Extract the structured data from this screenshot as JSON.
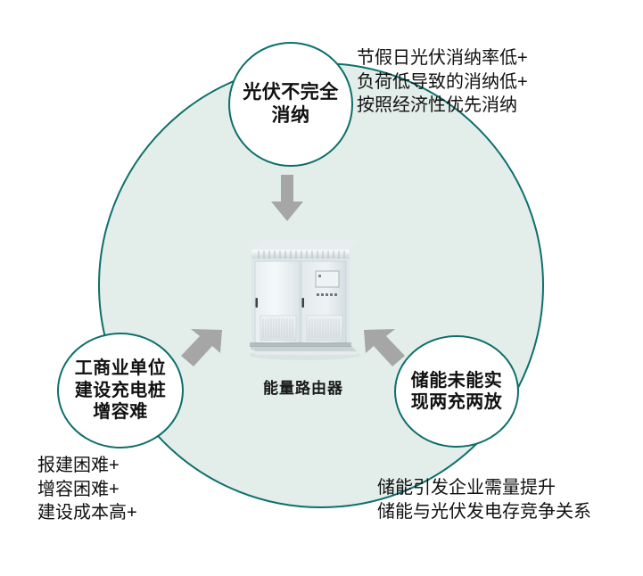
{
  "diagram": {
    "title": "能量路由器",
    "colors": {
      "circle_outline": "#0d6f6b",
      "circle_fill": "#e3eeeb",
      "arrow": "#a6a6a6",
      "text": "#111111",
      "background": "#ffffff"
    },
    "center": {
      "label": "能量路由器",
      "device_name": "energy-router-cabinet"
    },
    "nodes": [
      {
        "id": "top",
        "label": "光伏不完全\n消纳",
        "position": "top"
      },
      {
        "id": "left",
        "label": "工商业单位\n建设充电桩\n增容难",
        "position": "bottom-left"
      },
      {
        "id": "right",
        "label": "储能未能实\n现两充两放",
        "position": "bottom-right"
      }
    ],
    "annotations": [
      {
        "id": "top-right",
        "for": "top",
        "text": "节假日光伏消纳率低+\n负荷低导致的消纳低+\n按照经济性优先消纳"
      },
      {
        "id": "bottom-left",
        "for": "left",
        "text": "报建困难+\n增容困难+\n建设成本高+"
      },
      {
        "id": "bottom-right",
        "for": "right",
        "text": "储能引发企业需量提升\n储能与光伏发电存竞争关系"
      }
    ],
    "arrows": [
      {
        "id": "top",
        "direction": "down",
        "from": "top",
        "to": "center"
      },
      {
        "id": "left",
        "direction": "up-right",
        "from": "left",
        "to": "center"
      },
      {
        "id": "right",
        "direction": "up-left",
        "from": "right",
        "to": "center"
      }
    ]
  }
}
